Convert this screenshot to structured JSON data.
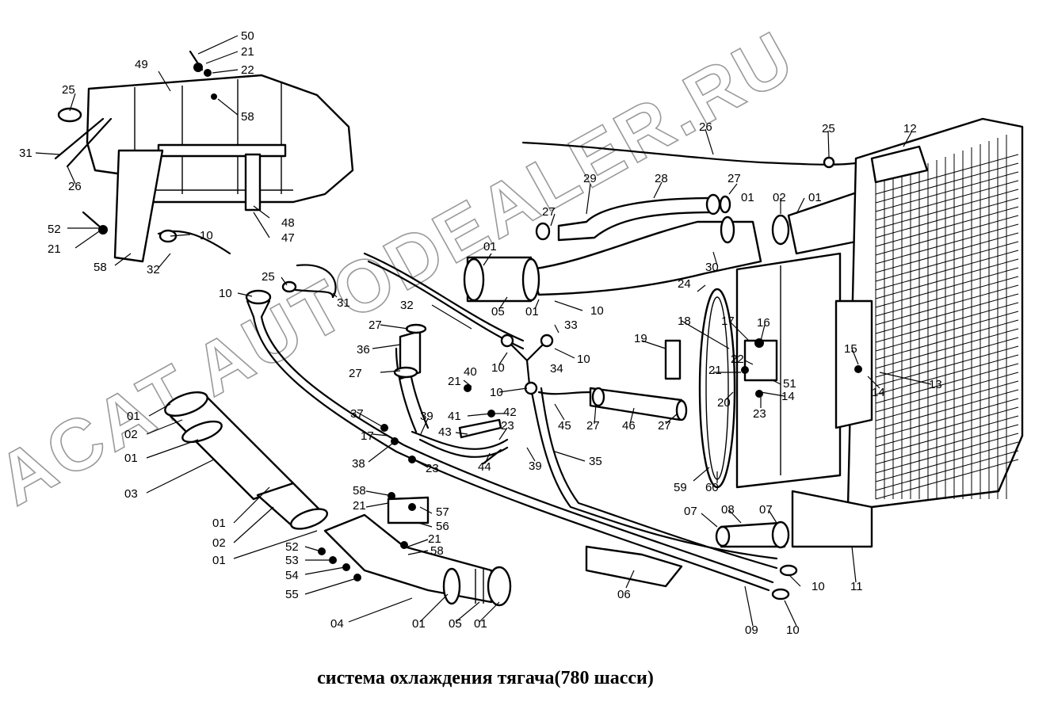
{
  "caption": "система охлаждения тягача(780 шасси)",
  "watermark": "ACAT.AUTODEALER.RU",
  "callouts": {
    "c50": "50",
    "c21a": "21",
    "c22a": "22",
    "c49": "49",
    "c25a": "25",
    "c58a": "58",
    "c31a": "31",
    "c26a": "26",
    "c48": "48",
    "c47": "47",
    "c52a": "52",
    "c21b": "21",
    "c10a": "10",
    "c58b": "58",
    "c32a": "32",
    "c10b": "10",
    "c25b": "25",
    "c31b": "31",
    "c26b": "26",
    "c25c": "25",
    "c12": "12",
    "c29": "29",
    "c28": "28",
    "c27a": "27",
    "c01a": "01",
    "c02a": "02",
    "c01b": "01",
    "c27b": "27",
    "c01c": "01",
    "c30": "30",
    "c24": "24",
    "c05a": "05",
    "c01d": "01",
    "c10c": "10",
    "c32b": "32",
    "c27c": "27",
    "c33": "33",
    "c36": "36",
    "c10d": "10",
    "c10e": "10",
    "c34": "34",
    "c27d": "27",
    "c21c": "21",
    "c40": "40",
    "c10f": "10",
    "c18": "18",
    "c17a": "17",
    "c16": "16",
    "c19": "19",
    "c22b": "22",
    "c21d": "21",
    "c51": "51",
    "c15": "15",
    "c20": "20",
    "c14a": "14",
    "c14b": "14",
    "c13": "13",
    "c23a": "23",
    "c37": "37",
    "c17b": "17",
    "c38": "38",
    "c39a": "39",
    "c41": "41",
    "c42": "42",
    "c43": "43",
    "c23b": "23",
    "c23c": "23",
    "c44": "44",
    "c39b": "39",
    "c45": "45",
    "c27e": "27",
    "c46": "46",
    "c27f": "27",
    "c35": "35",
    "c59": "59",
    "c60": "60",
    "c01e": "01",
    "c02b": "02",
    "c01f": "01",
    "c03": "03",
    "c01g": "01",
    "c02c": "02",
    "c01h": "01",
    "c58c": "58",
    "c21e": "21",
    "c57": "57",
    "c56": "56",
    "c21f": "21",
    "c58d": "58",
    "c52b": "52",
    "c53": "53",
    "c54": "54",
    "c55": "55",
    "c04": "04",
    "c01i": "01",
    "c05b": "05",
    "c01j": "01",
    "c06": "06",
    "c07a": "07",
    "c08": "08",
    "c07b": "07",
    "c11": "11",
    "c10g": "10",
    "c09": "09",
    "c10h": "10"
  }
}
